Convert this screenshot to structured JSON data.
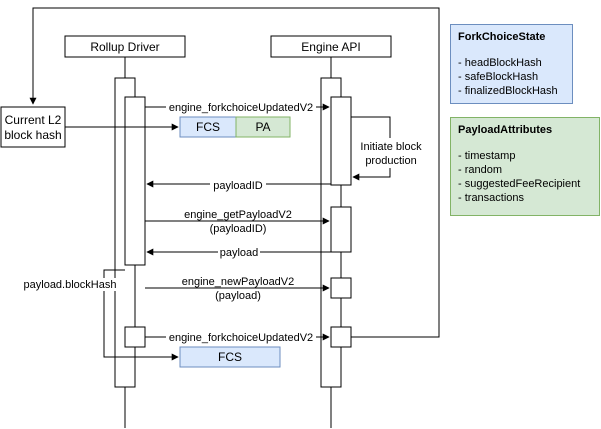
{
  "participants": {
    "driver": "Rollup Driver",
    "engine": "Engine API",
    "block_hash": [
      "Current L2",
      "block hash"
    ]
  },
  "messages": {
    "fcu_1": "engine_forkchoiceUpdatedV2",
    "initiate": [
      "Initiate block",
      "production"
    ],
    "payload_id": "payloadID",
    "get_payload": [
      "engine_getPayloadV2",
      "(payloadID)"
    ],
    "payload": "payload",
    "new_payload": [
      "engine_newPayloadV2",
      "(payload)"
    ],
    "payload_hash": "payload.blockHash",
    "fcu_2": "engine_forkchoiceUpdatedV2"
  },
  "chips": {
    "fcs": "FCS",
    "pa": "PA"
  },
  "fcs_panel": {
    "title": "ForkChoiceState",
    "fields": [
      "- headBlockHash",
      "- safeBlockHash",
      "- finalizedBlockHash"
    ]
  },
  "pa_panel": {
    "title": "PayloadAttributes",
    "fields": [
      "- timestamp",
      "- random",
      "- suggestedFeeRecipient",
      "- transactions"
    ]
  },
  "colors": {
    "blue_fill": "#dae8fc",
    "blue_stroke": "#6c8ebf",
    "green_fill": "#d5e8d4",
    "green_stroke": "#82b366",
    "line": "#000000"
  }
}
